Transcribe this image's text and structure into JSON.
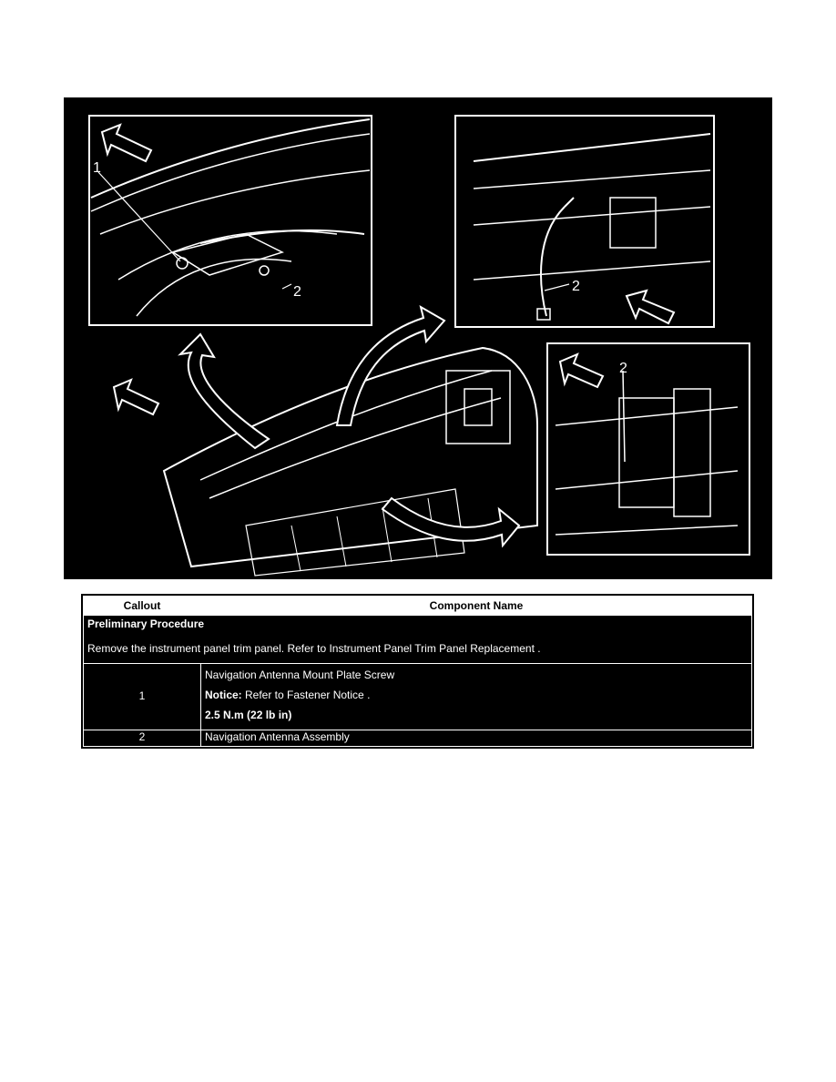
{
  "figure": {
    "callouts": [
      "1",
      "2",
      "2",
      "2"
    ]
  },
  "table": {
    "headers": [
      "Callout",
      "Component Name"
    ],
    "preliminary": {
      "title": "Preliminary Procedure",
      "text": "Remove the instrument panel trim panel. Refer to Instrument Panel Trim Panel Replacement ."
    },
    "rows": [
      {
        "callout": "1",
        "name": "Navigation Antenna Mount Plate Screw",
        "notice_label": "Notice:",
        "notice_text": " Refer to  Fastener Notice .",
        "torque": "2.5 N.m (22 lb in)"
      },
      {
        "callout": "2",
        "name": "Navigation Antenna Assembly"
      }
    ]
  }
}
